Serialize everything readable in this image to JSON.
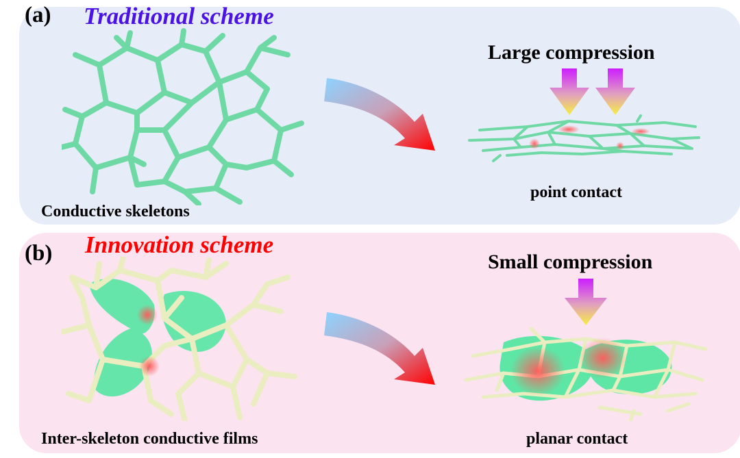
{
  "colors": {
    "panel_a_bg": "#e7edf8",
    "panel_b_bg": "#fbe3f0",
    "traditional_title": "#4b12e6",
    "innovation_title": "#ff0000",
    "skeleton_green": "#6fd9a5",
    "skeleton_cream": "#eaedbf",
    "film_green": "#5ee6a6",
    "contact_red": "#ff5a5a",
    "transition_arrow_start": "#8dd3ff",
    "transition_arrow_end": "#ff0000",
    "compression_arrow_top": "#cc1dff",
    "compression_arrow_bottom": "#f7ee40"
  },
  "panel_a": {
    "label": "(a)",
    "title": "Traditional scheme",
    "left_caption": "Conductive skeletons",
    "compression_label": "Large compression",
    "compression_arrow_count": 2,
    "right_caption": "point contact"
  },
  "panel_b": {
    "label": "(b)",
    "title": "Innovation scheme",
    "left_caption": "Inter-skeleton conductive films",
    "compression_label": "Small compression",
    "compression_arrow_count": 1,
    "right_caption": "planar contact"
  }
}
